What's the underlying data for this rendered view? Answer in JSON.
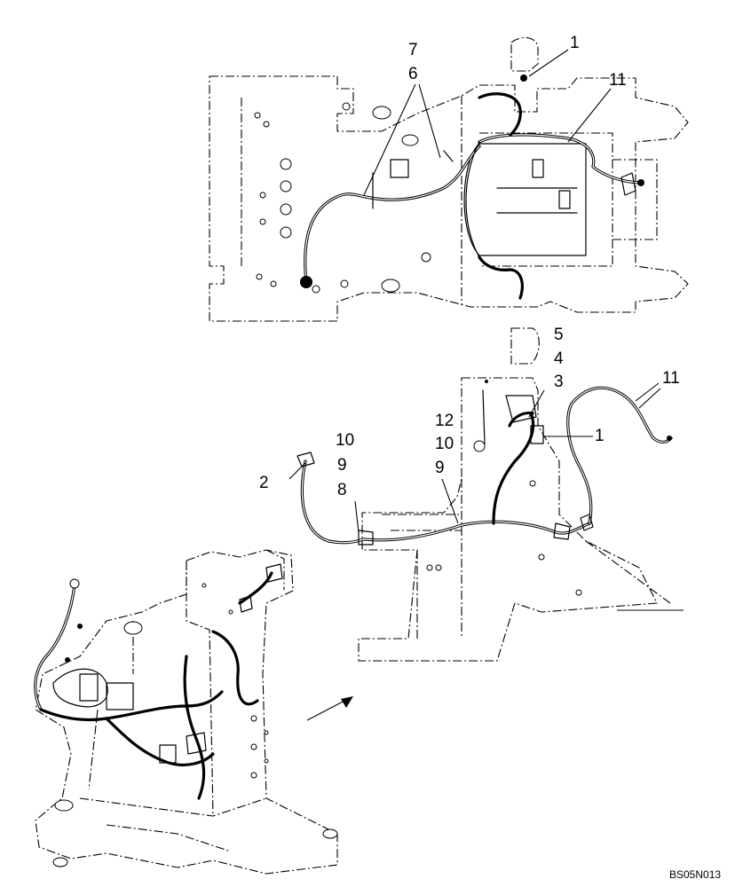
{
  "diagram": {
    "drawing_code": "BS05N013",
    "callouts": {
      "top_7": "7",
      "top_6": "6",
      "top_1": "1",
      "top_11": "11",
      "mid_5": "5",
      "mid_4": "4",
      "mid_3": "3",
      "mid_11": "11",
      "mid_12": "12",
      "mid_10a": "10",
      "mid_1": "1",
      "mid_10b": "10",
      "mid_9a": "9",
      "mid_9b": "9",
      "mid_2": "2",
      "mid_8": "8"
    }
  }
}
